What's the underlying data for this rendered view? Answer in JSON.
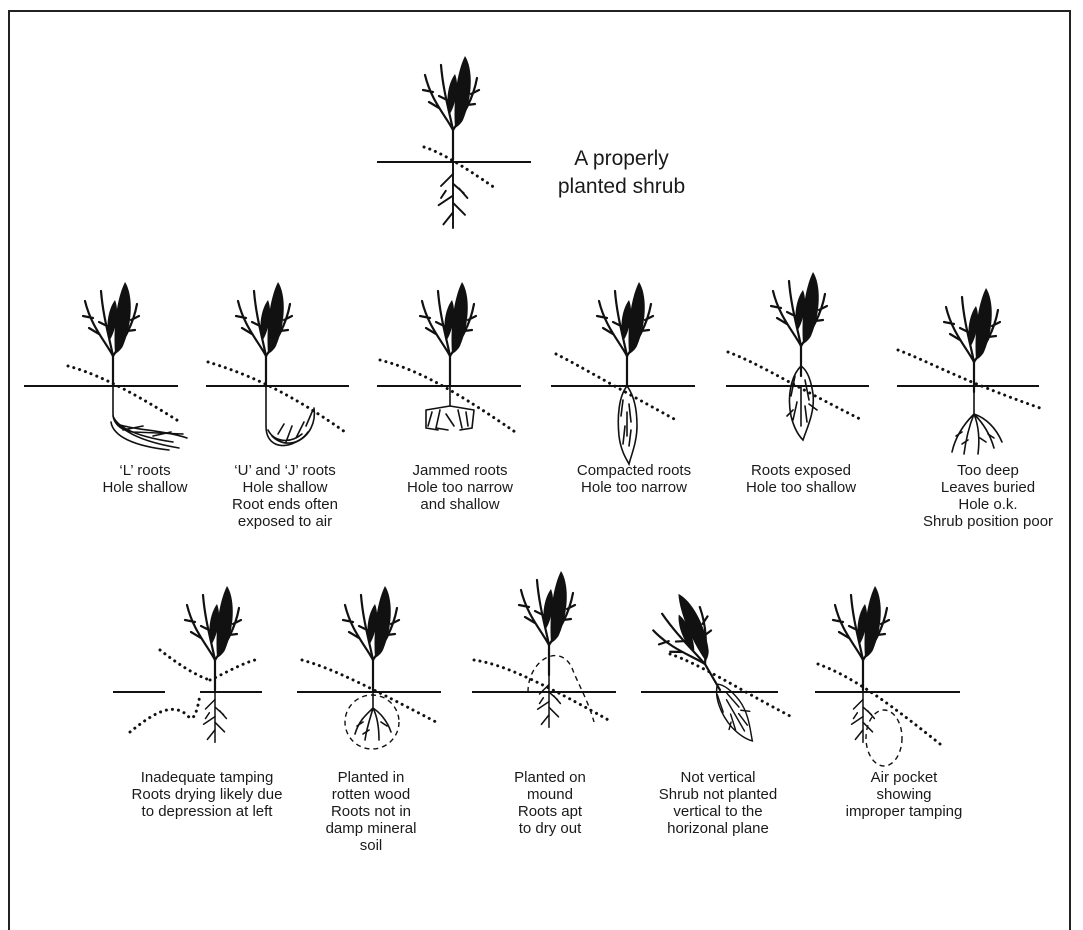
{
  "title": {
    "line1": "A properly",
    "line2": "planted shrub"
  },
  "row1": [
    {
      "lines": [
        "‘L’ roots",
        "Hole shallow"
      ]
    },
    {
      "lines": [
        "‘U’ and ‘J’ roots",
        "Hole shallow",
        "Root ends often",
        "exposed to air"
      ]
    },
    {
      "lines": [
        "Jammed roots",
        "Hole too narrow",
        "and shallow"
      ]
    },
    {
      "lines": [
        "Compacted roots",
        "Hole too narrow"
      ]
    },
    {
      "lines": [
        "Roots exposed",
        "Hole too shallow"
      ]
    },
    {
      "lines": [
        "Too deep",
        "Leaves buried",
        "Hole o.k.",
        "Shrub position poor"
      ]
    }
  ],
  "row2": [
    {
      "lines": [
        "Inadequate tamping",
        "Roots drying likely due",
        "to depression at left"
      ]
    },
    {
      "lines": [
        "Planted in",
        "rotten wood",
        "Roots not in",
        "damp mineral",
        "soil"
      ]
    },
    {
      "lines": [
        "Planted on",
        "mound",
        "Roots apt",
        "to dry out"
      ]
    },
    {
      "lines": [
        "Not vertical",
        "Shrub not planted",
        "vertical to the",
        "horizonal plane"
      ]
    },
    {
      "lines": [
        "Air pocket",
        "showing",
        "improper tamping"
      ]
    }
  ]
}
